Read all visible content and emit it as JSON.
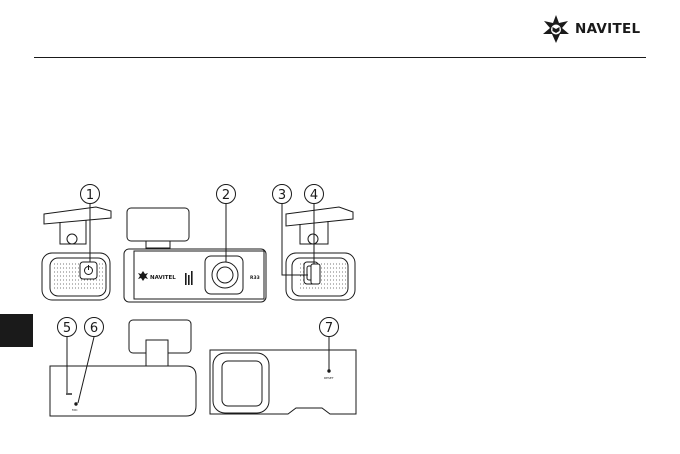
{
  "header": {
    "brand": "NAVITEL",
    "logo_icon": "navitel-star-icon"
  },
  "device_front": {
    "brand": "NAVITEL",
    "model": "R33"
  },
  "callouts": [
    "1",
    "2",
    "3",
    "4",
    "5",
    "6",
    "7"
  ],
  "port_labels": {
    "mic": "MIC",
    "reset": "RESET"
  },
  "colors": {
    "ink": "#1a1a1a",
    "tab": "#1a1a1a"
  }
}
